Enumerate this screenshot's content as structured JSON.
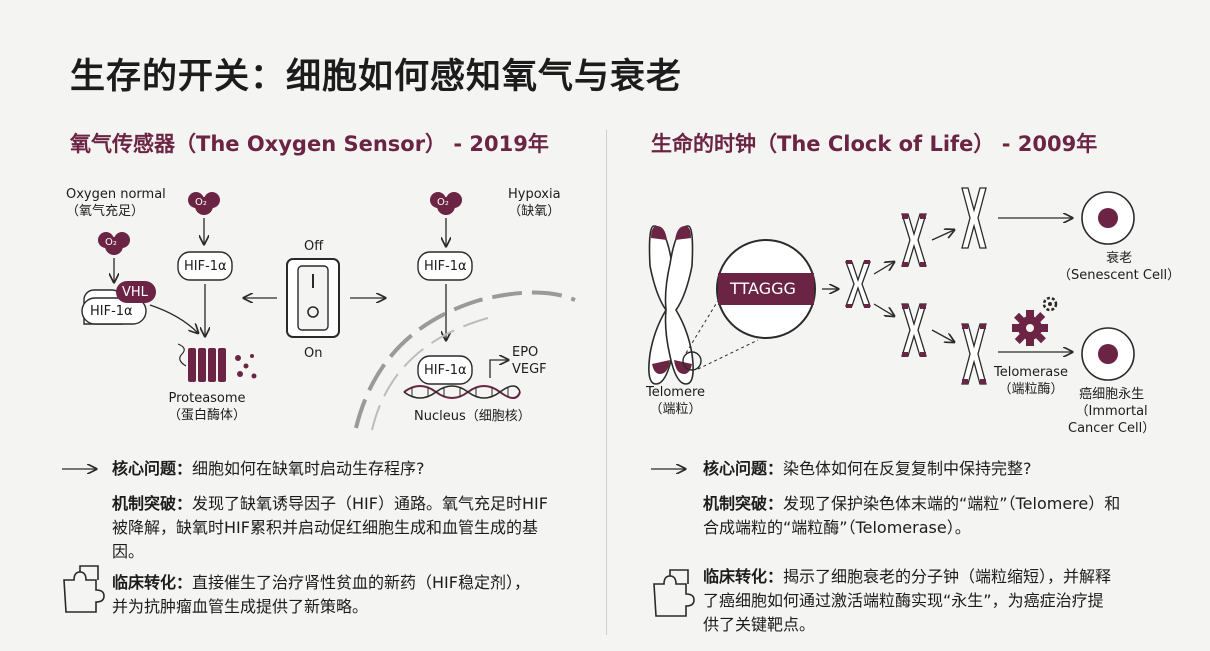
{
  "title": "生存的开关：细胞如何感知氧气与衰老",
  "colors": {
    "accent": "#6b2444",
    "line": "#2a2a2a",
    "bg": "#f4f4f2"
  },
  "left": {
    "heading": "氧气传感器（The Oxygen Sensor） - 2019年",
    "diagram": {
      "oxygen_normal": "Oxygen normal",
      "oxygen_normal_cn": "（氧气充足）",
      "o2": "O₂",
      "vhl": "VHL",
      "hif": "HIF-1α",
      "off": "Off",
      "on": "On",
      "proteasome": "Proteasome",
      "proteasome_cn": "（蛋白酶体）",
      "hypoxia": "Hypoxia",
      "hypoxia_cn": "（缺氧）",
      "epo": "EPO",
      "vegf": "VEGF",
      "nucleus": "Nucleus（细胞核）"
    },
    "core_label": "核心问题：",
    "core_text": "细胞如何在缺氧时启动生存程序?",
    "mech_label": "机制突破：",
    "mech_line1": "发现了缺氧诱导因子（HIF）通路。氧气充足时HIF",
    "mech_line2": "被降解，缺氧时HIF累积并启动促红细胞生成和血管生成的基",
    "mech_line3": "因。",
    "clin_label": "临床转化：",
    "clin_line1": "直接催生了治疗肾性贫血的新药（HIF稳定剂），",
    "clin_line2": "并为抗肿瘤血管生成提供了新策略。"
  },
  "right": {
    "heading": "生命的时钟（The Clock of Life） - 2009年",
    "diagram": {
      "ttaggg": "TTAGGG",
      "telomere": "Telomere",
      "telomere_cn": "（端粒）",
      "senescent_cn": "衰老",
      "senescent": "（Senescent Cell）",
      "telomerase": "Telomerase",
      "telomerase_cn": "（端粒酶）",
      "immortal_cn": "癌细胞永生",
      "immortal1": "（Immortal",
      "immortal2": "Cancer Cell）"
    },
    "core_label": "核心问题：",
    "core_text": "染色体如何在反复复制中保持完整?",
    "mech_label": "机制突破：",
    "mech_line1": "发现了保护染色体末端的“端粒”（Telomere）和",
    "mech_line2": "合成端粒的“端粒酶”（Telomerase）。",
    "clin_label": "临床转化：",
    "clin_line1": "揭示了细胞衰老的分子钟（端粒缩短），并解释",
    "clin_line2": "了癌细胞如何通过激活端粒酶实现“永生”，为癌症治疗提",
    "clin_line3": "供了关键靶点。"
  }
}
